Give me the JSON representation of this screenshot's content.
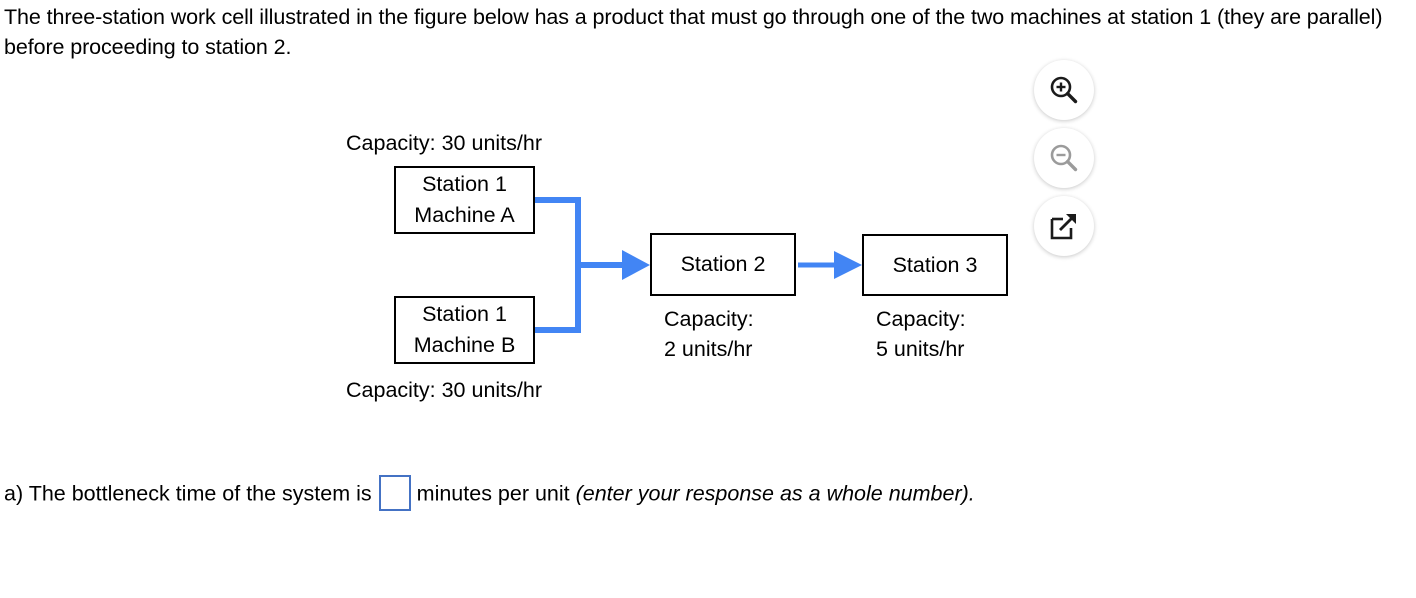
{
  "problem": {
    "statement": "The three-station work cell illustrated in the figure below has a product that must go through one of the two machines at station 1 (they are parallel) before proceeding to station 2."
  },
  "figure": {
    "type": "process-flow-diagram",
    "accent_color": "#4285F4",
    "box_border_color": "#000000",
    "nodes": [
      {
        "id": "station1-machine-a",
        "line1": "Station 1",
        "line2": "Machine A",
        "capacity_label": "Capacity: 30 units/hr",
        "capacity_value": 30,
        "capacity_units": "units/hr",
        "capacity_position": "above"
      },
      {
        "id": "station1-machine-b",
        "line1": "Station 1",
        "line2": "Machine B",
        "capacity_label": "Capacity: 30 units/hr",
        "capacity_value": 30,
        "capacity_units": "units/hr",
        "capacity_position": "below"
      },
      {
        "id": "station2",
        "line1": "Station 2",
        "line2": "",
        "capacity_line1": "Capacity:",
        "capacity_line2": "2 units/hr",
        "capacity_value": 2,
        "capacity_units": "units/hr",
        "capacity_position": "below"
      },
      {
        "id": "station3",
        "line1": "Station 3",
        "line2": "",
        "capacity_line1": "Capacity:",
        "capacity_line2": "5 units/hr",
        "capacity_value": 5,
        "capacity_units": "units/hr",
        "capacity_position": "below"
      }
    ]
  },
  "question_a": {
    "prefix": "a) The bottleneck time of the system is",
    "input_value": "",
    "suffix": "minutes per unit",
    "italic_note": "(enter your response as a whole number)."
  },
  "tools": [
    {
      "id": "zoom-in",
      "icon": "zoom-in-icon",
      "enabled": true
    },
    {
      "id": "zoom-out",
      "icon": "zoom-out-icon",
      "enabled": false
    },
    {
      "id": "popout",
      "icon": "open-in-new-window-icon",
      "enabled": true
    }
  ]
}
